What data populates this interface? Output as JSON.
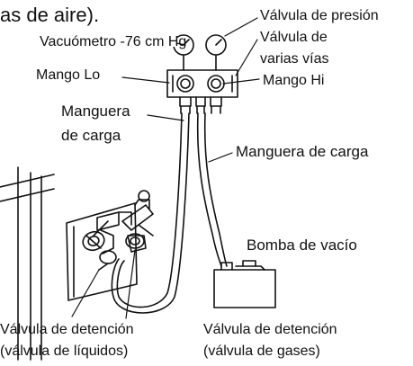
{
  "header_fragment": "as de aire).",
  "labels": {
    "valvula_presion": "Válvula de presión",
    "vacuometro": "Vacuómetro -76 cm Hg",
    "valvula_varias_vias_line1": "Válvula de",
    "valvula_varias_vias_line2": "varias vías",
    "mango_lo": "Mango Lo",
    "mango_hi": "Mango Hi",
    "manguera_carga_left_line1": "Manguera",
    "manguera_carga_left_line2": "de carga",
    "manguera_carga_right": "Manguera de carga",
    "bomba_vacio": "Bomba de vacío",
    "detencion_liquidos_line1": "Válvula de detención",
    "detencion_liquidos_line2": "(válvula de líquidos)",
    "detencion_gases_line1": "Válvula de detención",
    "detencion_gases_line2": "(válvula de gases)"
  }
}
